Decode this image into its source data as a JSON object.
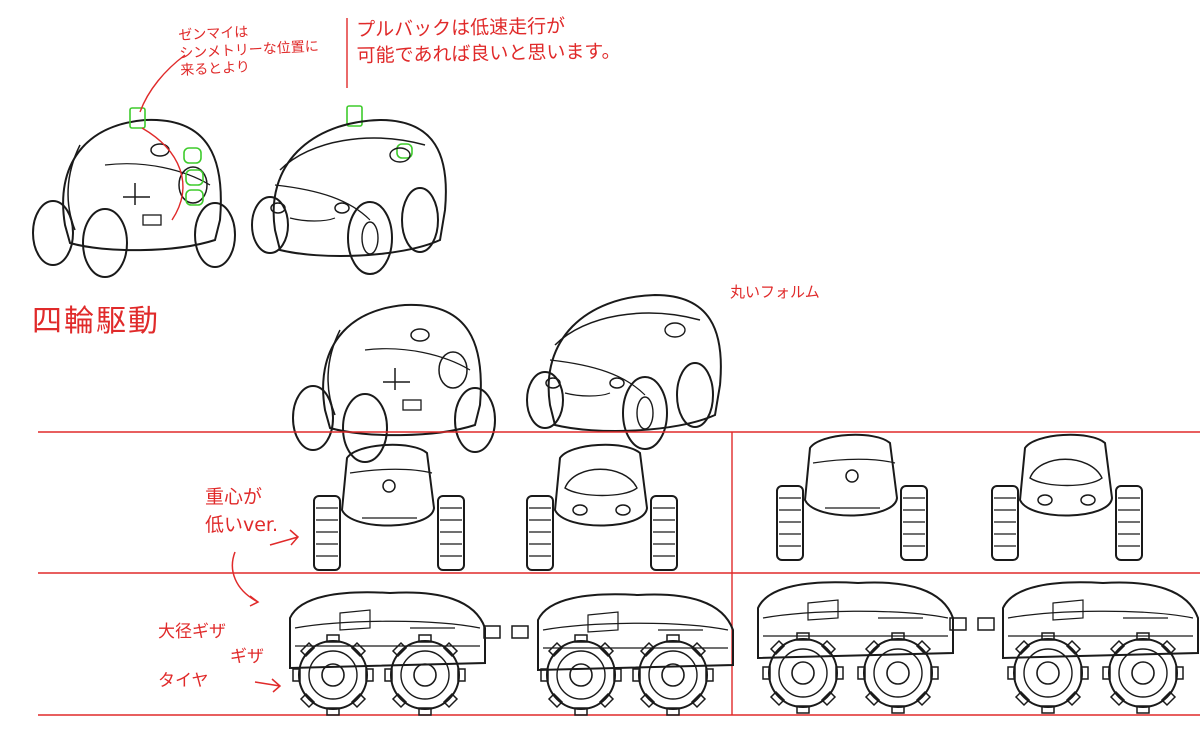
{
  "annotations": {
    "zenmai": "ゼンマイは\nシンメトリーな位置に\n来るとより",
    "pullback": "プルバックは低速走行が\n可能であれば良いと思います。",
    "four_wheel_drive": "四輪駆動",
    "round_form": "丸いフォルム",
    "low_center_line1": "重心が",
    "low_center_line2": "低いver.",
    "big_tire_line1": "大径ギザ",
    "big_tire_line2": "ギザ",
    "big_tire_line3": "タイヤ"
  },
  "colors": {
    "ink": "#1a1a1a",
    "red_annotation": "#e02a2a",
    "green_marker": "#3ecb2c",
    "paper": "#ffffff"
  }
}
